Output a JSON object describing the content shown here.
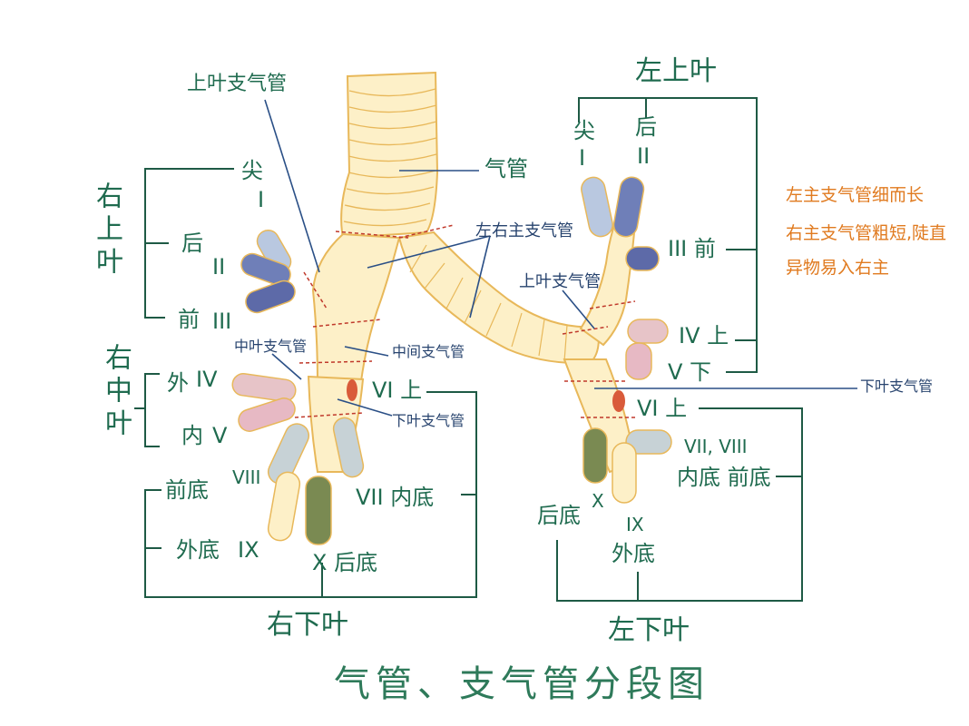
{
  "title": "气管、支气管分段图",
  "trachea_label": "气管",
  "main_bronchus_label": "左右主支气管",
  "right": {
    "upper_lobe": "右上叶",
    "upper_lobe_bronchus": "上叶支气管",
    "seg_apical": "尖",
    "seg_apical_num": "I",
    "seg_posterior": "后",
    "seg_posterior_num": "II",
    "seg_anterior": "前",
    "seg_anterior_num": "III",
    "middle_lobe": "右中叶",
    "middle_lobe_bronchus": "中叶支气管",
    "intermediate_bronchus": "中间支气管",
    "seg_lateral": "外",
    "seg_lateral_num": "IV",
    "seg_medial": "内",
    "seg_medial_num": "V",
    "seg_superior": "VI 上",
    "lower_lobe_bronchus": "下叶支气管",
    "seg_anterior_basal": "前底",
    "seg_anterior_basal_num": "VIII",
    "seg_medial_basal": "VII 内底",
    "seg_lateral_basal": "外底",
    "seg_lateral_basal_num": "IX",
    "seg_posterior_basal": "X 后底",
    "lower_lobe": "右下叶"
  },
  "left": {
    "upper_lobe": "左上叶",
    "seg_apical": "尖",
    "seg_apical_num": "I",
    "seg_posterior": "后",
    "seg_posterior_num": "II",
    "seg_anterior": "III 前",
    "upper_lobe_bronchus": "上叶支气管",
    "seg_superior_lingular": "IV 上",
    "seg_inferior_lingular": "V 下",
    "lower_lobe_bronchus": "下叶支气管",
    "seg_superior": "VI 上",
    "seg_basal_num": "VII, VIII",
    "seg_basal": "内底 前底",
    "seg_posterior_basal": "后底",
    "seg_posterior_basal_num": "X",
    "seg_lateral_basal_num": "IX",
    "seg_lateral_basal": "外底",
    "lower_lobe": "左下叶"
  },
  "note": [
    "左主支气管细而长",
    "右主支气管粗短,陡直",
    "异物易入右主"
  ],
  "colors": {
    "airway_fill": "#fdf0c8",
    "airway_stroke": "#e8b85a",
    "bracket": "#1e5a45",
    "label_text": "#1f6b4f",
    "leader_line": "#2a4f86",
    "note_text": "#e07a1f",
    "segment_blue": "#6f7fb8",
    "segment_light_blue": "#b9c8e0",
    "segment_pink": "#e7b9c4",
    "segment_olive": "#7a8a52",
    "segment_grey": "#c7d2d6",
    "boundary_red": "#c0392b"
  }
}
